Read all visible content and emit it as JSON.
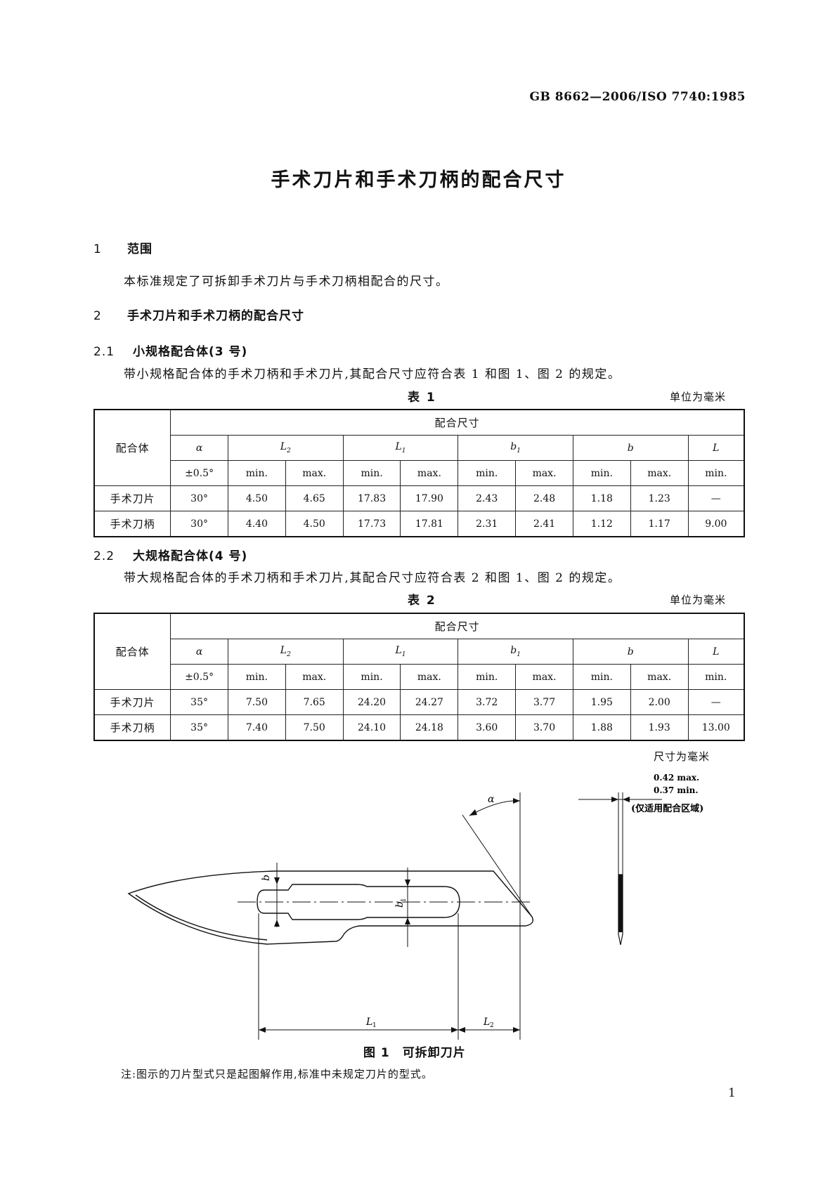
{
  "header": {
    "standard_code": "GB 8662—2006/ISO 7740:1985"
  },
  "title": "手术刀片和手术刀柄的配合尺寸",
  "section1": {
    "number": "1",
    "title": "范围",
    "text": "本标准规定了可拆卸手术刀片与手术刀柄相配合的尺寸。"
  },
  "section2": {
    "number": "2",
    "title": "手术刀片和手术刀柄的配合尺寸"
  },
  "section2_1": {
    "number": "2.1",
    "title": "小规格配合体(3 号)",
    "text": "带小规格配合体的手术刀柄和手术刀片,其配合尺寸应符合表 1 和图 1、图 2 的规定。"
  },
  "table1": {
    "caption": "表 1",
    "unit": "单位为毫米",
    "row_header": "配合体",
    "group_header": "配合尺寸",
    "params": {
      "alpha": "α",
      "L2": "L",
      "L2_sub": "2",
      "L1": "L",
      "L1_sub": "1",
      "b1": "b",
      "b1_sub": "1",
      "b": "b",
      "L": "L"
    },
    "tolerance": "±0.5°",
    "min": "min.",
    "max": "max.",
    "rows": [
      {
        "name": "手术刀片",
        "cells": [
          "30°",
          "4.50",
          "4.65",
          "17.83",
          "17.90",
          "2.43",
          "2.48",
          "1.18",
          "1.23",
          "—"
        ]
      },
      {
        "name": "手术刀柄",
        "cells": [
          "30°",
          "4.40",
          "4.50",
          "17.73",
          "17.81",
          "2.31",
          "2.41",
          "1.12",
          "1.17",
          "9.00"
        ]
      }
    ]
  },
  "section2_2": {
    "number": "2.2",
    "title": "大规格配合体(4 号)",
    "text": "带大规格配合体的手术刀柄和手术刀片,其配合尺寸应符合表 2 和图 1、图 2 的规定。"
  },
  "table2": {
    "caption": "表 2",
    "unit": "单位为毫米",
    "row_header": "配合体",
    "group_header": "配合尺寸",
    "params": {
      "alpha": "α",
      "L2": "L",
      "L2_sub": "2",
      "L1": "L",
      "L1_sub": "1",
      "b1": "b",
      "b1_sub": "1",
      "b": "b",
      "L": "L"
    },
    "tolerance": "±0.5°",
    "min": "min.",
    "max": "max.",
    "rows": [
      {
        "name": "手术刀片",
        "cells": [
          "35°",
          "7.50",
          "7.65",
          "24.20",
          "24.27",
          "3.72",
          "3.77",
          "1.95",
          "2.00",
          "—"
        ]
      },
      {
        "name": "手术刀柄",
        "cells": [
          "35°",
          "7.40",
          "7.50",
          "24.10",
          "24.18",
          "3.60",
          "3.70",
          "1.88",
          "1.93",
          "13.00"
        ]
      }
    ]
  },
  "figure": {
    "unit": "尺寸为毫米",
    "thickness_max": "0.42 max.",
    "thickness_min": "0.37 min.",
    "thickness_note": "(仅适用配合区域)",
    "label_alpha": "α",
    "label_b": "b",
    "label_b1": "b",
    "label_b1_sub": "1",
    "label_L1": "L",
    "label_L1_sub": "1",
    "label_L2": "L",
    "label_L2_sub": "2",
    "caption": "图 1　可拆卸刀片",
    "note": "注:图示的刀片型式只是起图解作用,标准中未规定刀片的型式。"
  },
  "page_number": "1"
}
